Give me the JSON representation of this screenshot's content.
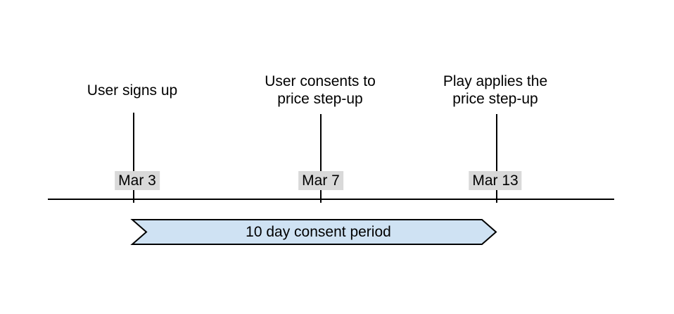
{
  "diagram": {
    "title_hint": "price step-up consent timeline",
    "colors": {
      "background": "#ffffff",
      "line": "#000000",
      "text": "#000000",
      "date_badge_bg": "#d9d9d9",
      "banner_fill": "#cfe2f3",
      "banner_stroke": "#000000"
    },
    "events": [
      {
        "title": "User signs up",
        "date": "Mar 3"
      },
      {
        "title": "User consents to\nprice step-up",
        "date": "Mar 7"
      },
      {
        "title": "Play applies the\nprice step-up",
        "date": "Mar 13"
      }
    ],
    "banner": {
      "label": "10 day consent period"
    }
  }
}
